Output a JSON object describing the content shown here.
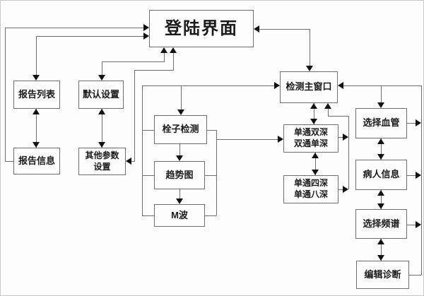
{
  "diagram": {
    "type": "flowchart",
    "colors": {
      "background": "#fdfdfd",
      "line": "#6e6e6e",
      "arrowhead": "#111111",
      "text": "#1a1a1a",
      "node_border": "#6e6e6e"
    },
    "nodes": {
      "login": {
        "label": "登陆界面"
      },
      "report_list": {
        "label": "报告列表"
      },
      "report_info": {
        "label": "报告信息"
      },
      "default_settings": {
        "label": "默认设置"
      },
      "other_params": {
        "label": "其他参数\n设置"
      },
      "embolus_detection": {
        "label": "栓子检测"
      },
      "trend_chart": {
        "label": "趋势图"
      },
      "m_wave": {
        "label": "M波"
      },
      "main_window": {
        "label": "检测主窗口"
      },
      "mode_dual_depth": {
        "label": "单通双深\n双通单深"
      },
      "mode_quad_depth": {
        "label": "单通四深\n单通八深"
      },
      "select_vessel": {
        "label": "选择血管"
      },
      "patient_info": {
        "label": "病人信息"
      },
      "select_spectrum": {
        "label": "选择频谱"
      },
      "edit_diagnosis": {
        "label": "编辑诊断"
      }
    }
  }
}
